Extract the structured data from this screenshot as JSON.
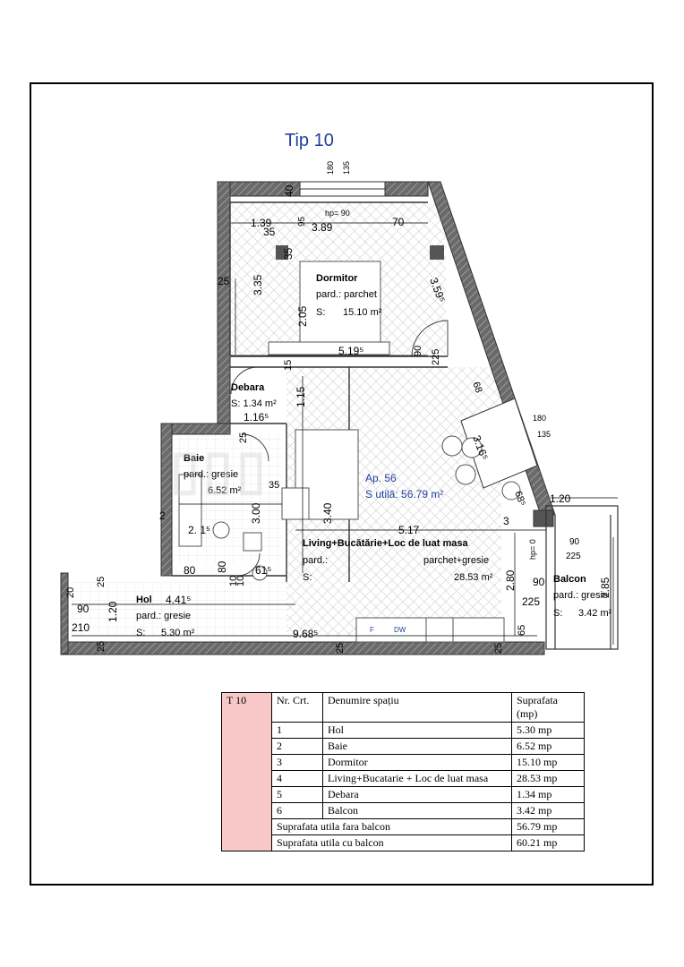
{
  "title": "Tip 10",
  "apartment": {
    "label": "Ap. 56",
    "area": "S utilă: 56.79 m²"
  },
  "rooms": {
    "dormitor": {
      "name": "Dormitor",
      "floor": "pard.: parchet",
      "area_label": "S:",
      "area": "15.10 m²"
    },
    "debara": {
      "name": "Debara",
      "area": "S: 1.34 m²"
    },
    "baie": {
      "name": "Baie",
      "floor": "pard.: gresie",
      "area": "6.52 m²"
    },
    "living": {
      "name": "Living+Bucătărie+Loc de luat masa",
      "floor": "pard.:",
      "floor_value": "parchet+gresie",
      "area_label": "S:",
      "area": "28.53 m²"
    },
    "hol": {
      "name": "Hol",
      "floor": "pard.: gresie",
      "area_label": "S:",
      "area": "5.30 m²"
    },
    "balcon": {
      "name": "Balcon",
      "floor": "pard.: gresie",
      "area_label": "S:",
      "area": "3.42 m²"
    }
  },
  "dimensions": {
    "top_a": "180",
    "top_b": "135",
    "d40": "40",
    "hp": "hp= 90",
    "d139": "1.39",
    "d389": "3.89",
    "d35a": "35",
    "d35b": "35",
    "d95": "95",
    "d70": "70",
    "d25a": "25",
    "d335": "3.35",
    "d205": "2.05",
    "d3595": "3.59⁵",
    "d5195": "5.19⁵",
    "d90a": "90",
    "d225a": "225",
    "d15": "15",
    "d115": "1.15",
    "d68": "68",
    "d1165": "1.16⁵",
    "d25b": "25",
    "d3165": "3.16⁵",
    "r180": "180",
    "r135": "135",
    "d35c": "35",
    "d300": "3.00",
    "d340": "3.40",
    "d685": "68⁵",
    "d120a": "1.20",
    "d2": "2",
    "d215": "2. 1⁵",
    "d517": "5.17",
    "d3": "3",
    "d90b": "90",
    "d225b": "225",
    "d280": "2.80",
    "d285": "2.85",
    "d80a": "80",
    "d80b": "80",
    "d615": "61⁵",
    "d10": "10",
    "d110": "10",
    "d90c": "90",
    "d20": "20",
    "d25c": "25",
    "d4415": "4.41⁵",
    "d90d": "90",
    "d120b": "1.20",
    "d225c": "225",
    "d210": "210",
    "d9685": "9.68⁵",
    "d65": "65",
    "d25d": "25",
    "d25e": "25",
    "d25f": "25",
    "d90e": "90",
    "hp0": "hp= 0",
    "kF": "F",
    "kDW": "DW"
  },
  "table": {
    "tag": "T 10",
    "headers": {
      "nr": "Nr. Crt.",
      "name": "Denumire spațiu",
      "area": "Suprafata (mp)"
    },
    "rows": [
      {
        "nr": "1",
        "name": "Hol",
        "area": "5.30 mp"
      },
      {
        "nr": "2",
        "name": "Baie",
        "area": "6.52 mp"
      },
      {
        "nr": "3",
        "name": "Dormitor",
        "area": "15.10 mp"
      },
      {
        "nr": "4",
        "name": "Living+Bucatarie + Loc de luat masa",
        "area": "28.53 mp"
      },
      {
        "nr": "5",
        "name": "Debara",
        "area": "1.34 mp"
      },
      {
        "nr": "6",
        "name": "Balcon",
        "area": "3.42 mp"
      }
    ],
    "summary": [
      {
        "label": "Suprafata utila fara balcon",
        "area": "56.79 mp"
      },
      {
        "label": "Suprafata utila cu balcon",
        "area": "60.21  mp"
      }
    ]
  },
  "colors": {
    "title": "#1f3f9f",
    "wall": "#555555",
    "table_tag": "#f8c8c8"
  }
}
